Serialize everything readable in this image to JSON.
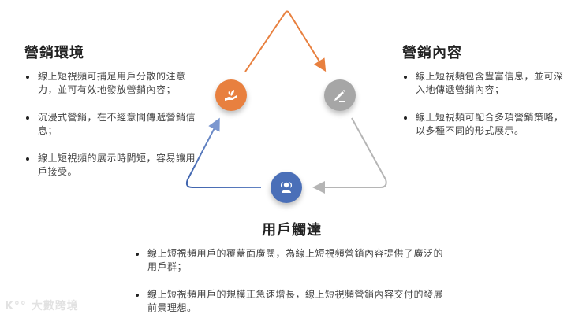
{
  "left": {
    "title": "營銷環境",
    "bullets": [
      "線上短視頻可捕足用戶分散的注意力，並可有效地發放營銷內容；",
      "沉浸式營銷，在不經意間傳遞營銷信息；",
      "線上短視頻的展示時間短，容易讓用戶接受。"
    ]
  },
  "right": {
    "title": "營銷內容",
    "bullets": [
      "線上短視頻包含豐富信息，並可深入地傳遞營銷內容；",
      "線上短視頻可配合多項營銷策略，以多種不同的形式展示。"
    ]
  },
  "bottom": {
    "title": "用戶觸達",
    "bullets": [
      "線上短視頻用戶的覆蓋面廣闊，為線上短視頻營銷內容提供了廣泛的用戶群；",
      "線上短視頻用戶的規模正急速增長，線上短視頻營銷內容交付的發展前景理想。"
    ]
  },
  "nodes": {
    "environment": {
      "icon": "hand-plant-icon",
      "color": "#e8803f"
    },
    "content": {
      "icon": "pencil-icon",
      "color": "#a6a6a6"
    },
    "reach": {
      "icon": "users-icon",
      "color": "#4a6fb8"
    }
  },
  "watermark": "大數跨境"
}
